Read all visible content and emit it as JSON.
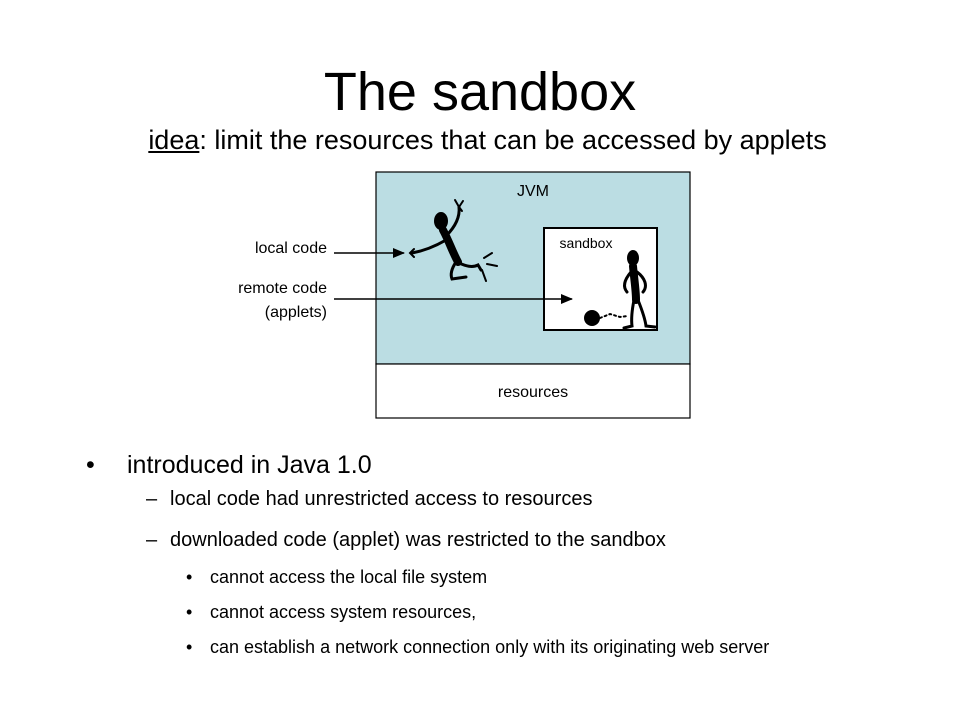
{
  "slide": {
    "title": "The sandbox",
    "subtitle": {
      "lead": "idea",
      "rest": ": limit the resources that can be accessed by applets"
    }
  },
  "diagram": {
    "jvm_label": "JVM",
    "sandbox_label": "sandbox",
    "resources_label": "resources",
    "local_code_label": "local code",
    "remote_code_label_line1": "remote code",
    "remote_code_label_line2": "(applets)",
    "colors": {
      "jvm_fill": "#bbdde3",
      "sandbox_fill": "#ffffff",
      "border": "#000000"
    }
  },
  "bullets": {
    "level1": {
      "marker": "•",
      "text": "introduced in Java 1.0"
    },
    "level2": [
      {
        "marker": "–",
        "text": "local code had unrestricted access to resources"
      },
      {
        "marker": "–",
        "text": "downloaded code (applet) was restricted to the sandbox"
      }
    ],
    "level3": [
      {
        "marker": "•",
        "text": "cannot access the local file system"
      },
      {
        "marker": "•",
        "text": "cannot access system resources,"
      },
      {
        "marker": "•",
        "text": "can establish a network connection only with its originating web server"
      }
    ]
  }
}
